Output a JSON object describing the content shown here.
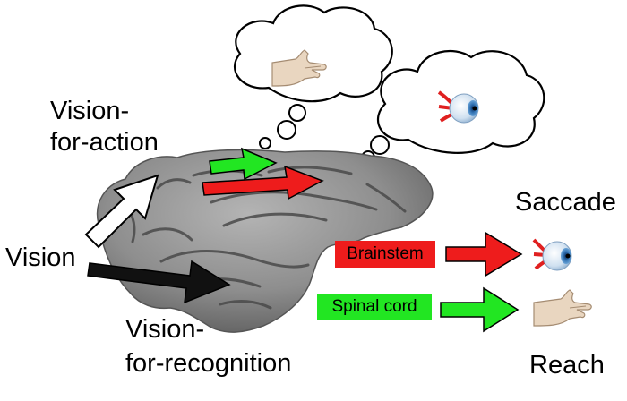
{
  "labels": {
    "vision_for_action_line1": "Vision-",
    "vision_for_action_line2": "for-action",
    "vision": "Vision",
    "vision_for_recognition_line1": "Vision-",
    "vision_for_recognition_line2": "for-recognition",
    "saccade": "Saccade",
    "reach": "Reach"
  },
  "boxes": {
    "brainstem": {
      "label": "Brainstem",
      "color": "#ee1c1c"
    },
    "spinal_cord": {
      "label": "Spinal cord",
      "color": "#22e622"
    }
  },
  "colors": {
    "red_arrow": "#ee1c1c",
    "green_arrow": "#22e622",
    "black_arrow": "#111111",
    "white_arrow": "#ffffff",
    "brain": "#8c8c8c"
  },
  "icons": {
    "thought_hand": "hand-icon",
    "thought_eye": "eye-icon",
    "output_eye": "eye-icon",
    "output_hand": "hand-icon"
  }
}
